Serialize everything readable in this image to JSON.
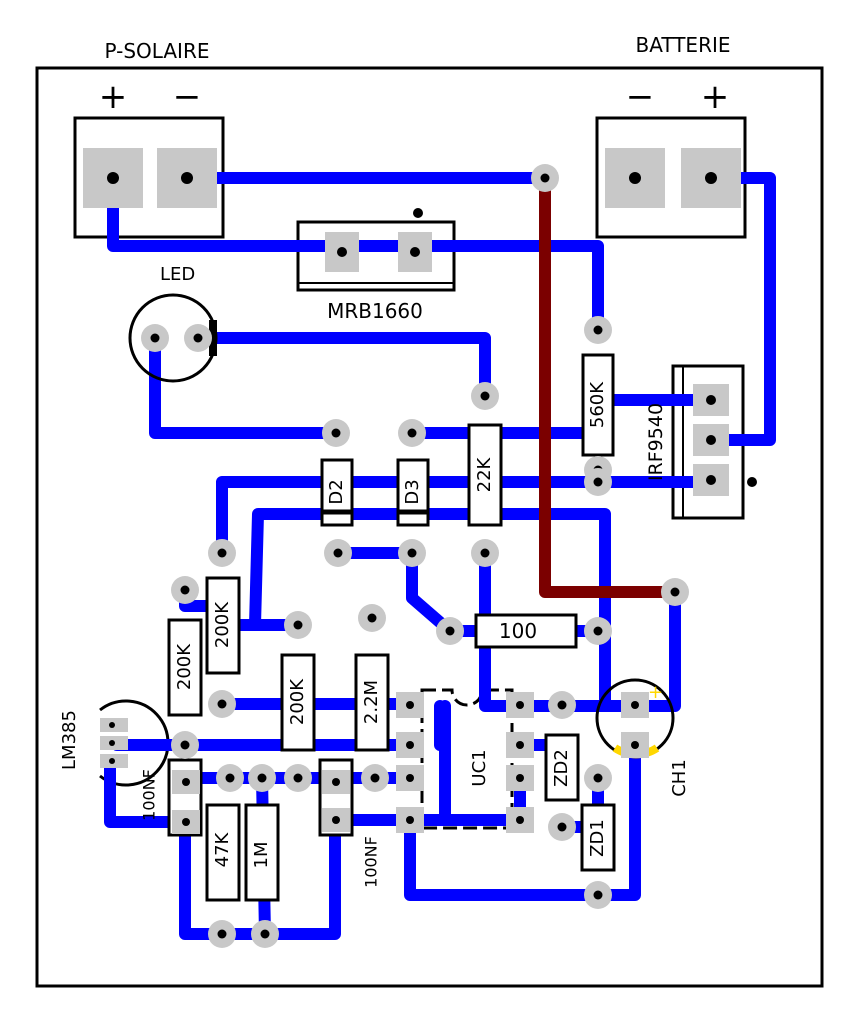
{
  "connectors": {
    "solar": {
      "title": "P-SOLAIRE",
      "plus": "+",
      "minus": "−"
    },
    "battery": {
      "title": "BATTERIE",
      "minus": "−",
      "plus": "+"
    }
  },
  "labels": {
    "led": "LED",
    "mrb": "MRB1660",
    "irf": "IRF9540",
    "r560": "560K",
    "r22a": "22K",
    "d2": "D2",
    "d3": "D3",
    "r200a": "200K",
    "r200b": "200K",
    "r200c": "200K",
    "r22m": "2.2M",
    "r100": "100",
    "lm385": "LM385",
    "c100a": "100NF",
    "c100b": "100NF",
    "r47": "47K",
    "r1m": "1M",
    "uc1": "UC1",
    "zd2": "ZD2",
    "zd1": "ZD1",
    "ch1": "CH1"
  },
  "colors": {
    "trace": "#0000ff",
    "jumper": "#7b0000",
    "pad": "#c8c8c8",
    "polarity": "#ffd700"
  }
}
